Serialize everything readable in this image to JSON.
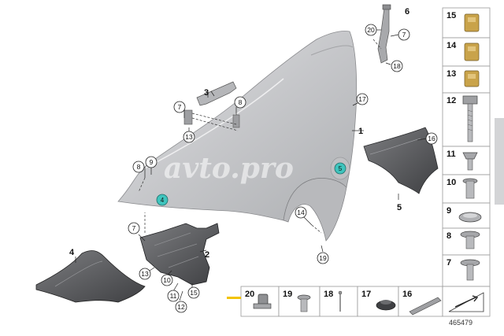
{
  "callouts": {
    "n1": "1",
    "n2": "2",
    "n3": "3",
    "n4": "4",
    "n5": "5",
    "n6": "6",
    "c7a": "7",
    "c8a": "8",
    "c13a": "13",
    "c17": "17",
    "c20": "20",
    "c7b": "7",
    "c18": "18",
    "c8b": "8",
    "c9": "9",
    "c16": "16",
    "c14": "14",
    "c19": "19",
    "c7c": "7",
    "c13b": "13",
    "c10": "10",
    "c11": "11",
    "c12": "12",
    "c15": "15",
    "t4": "4",
    "t5": "5"
  },
  "parts_panel": {
    "right": [
      "15",
      "14",
      "13",
      "12",
      "11",
      "10",
      "9",
      "8",
      "7"
    ],
    "bottom": [
      "20",
      "19",
      "18",
      "17",
      "16"
    ]
  },
  "reference": "465479",
  "watermark": "avto.pro",
  "colors": {
    "fender": "#c9cacc",
    "teal": "#3fc4bd",
    "pointer": "#f2c300"
  }
}
